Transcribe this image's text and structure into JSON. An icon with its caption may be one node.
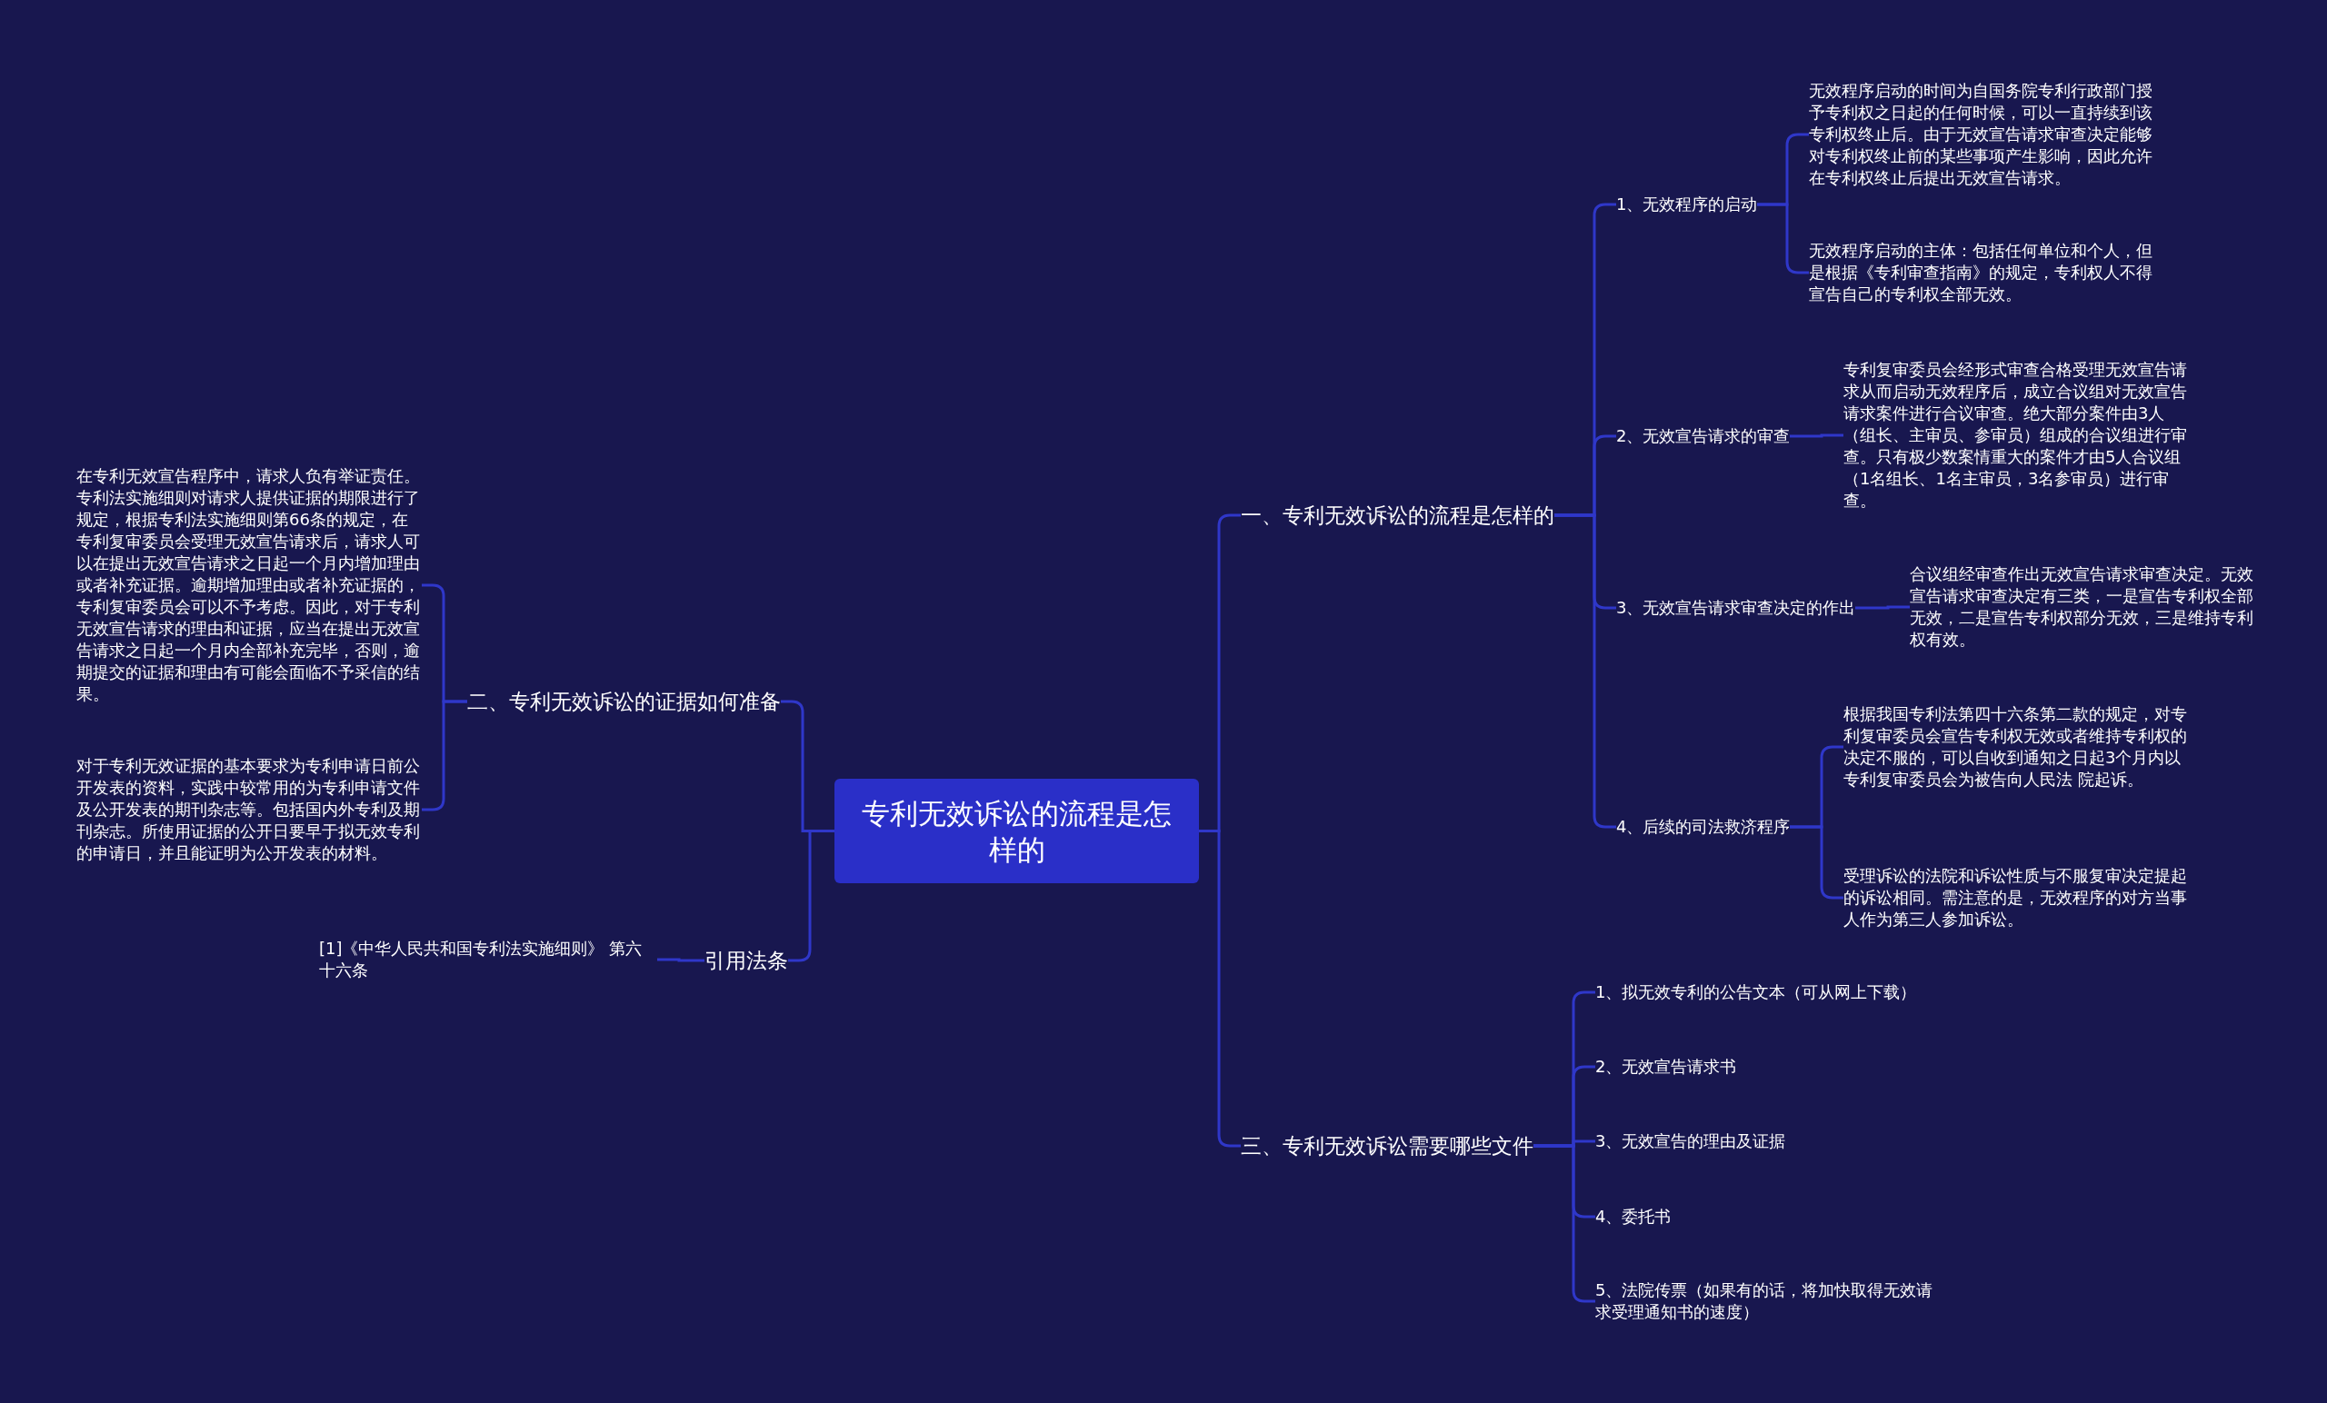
{
  "diagram": {
    "nodes": [
      {
        "text": [
          "专利无效诉讼的流程是怎样的"
        ]
      },
      {
        "text": [
          "一、专利无效诉讼的流程是怎样的"
        ]
      },
      {
        "text": [
          "1、无效程序的启动"
        ]
      },
      {
        "text": [
          "无效程序启动的时间为自国务院专利行政部门授予专利权之日起的任何时候，可以一直持续到该专利权终止后。由于无效宣告请求审查决定能够对专利权终止前的某些事项产生影响，因此允许在专利权终止后提出无效宣告请求。"
        ]
      },
      {
        "text": [
          "无效程序启动的主体：包括任何单位和个人，但是根据《专利审查指南》的规定，专利权人不得宣告自己的专利权全部无效。"
        ]
      },
      {
        "text": [
          "2、无效宣告请求的审查"
        ]
      },
      {
        "text": [
          "专利复审委员会经形式审查合格受理无效宣告请求从而启动无效程序后，成立合议组对无效宣告请求案件进行合议审查。绝大部分案件由3人（组长、主审员、参审员）组成的合议组进行审查。只有极少数案情重大的案件才由5人合议组（1名组长、1名主审员，3名参审员）进行审查。"
        ]
      },
      {
        "text": [
          "3、无效宣告请求审查决定的作出"
        ]
      },
      {
        "text": [
          "合议组经审查作出无效宣告请求审查决定。无效宣告请求审查决定有三类，一是宣告专利权全部无效，二是宣告专利权部分无效，三是维持专利权有效。"
        ]
      },
      {
        "text": [
          "4、后续的司法救济程序"
        ]
      },
      {
        "text": [
          "根据我国专利法第四十六条第二款的规定，对专利复审委员会宣告专利权无效或者维持专利权的决定不服的，可以自收到通知之日起3个月内以专利复审委员会为被告向人民法 院起诉。"
        ]
      },
      {
        "text": [
          "受理诉讼的法院和诉讼性质与不服复审决定提起的诉讼相同。需注意的是，无效程序的对方当事人作为第三人参加诉讼。"
        ]
      },
      {
        "text": [
          "三、专利无效诉讼需要哪些文件"
        ]
      },
      {
        "text": [
          "1、拟无效专利的公告文本（可从网上下载）"
        ]
      },
      {
        "text": [
          "2、无效宣告请求书"
        ]
      },
      {
        "text": [
          "3、无效宣告的理由及证据"
        ]
      },
      {
        "text": [
          "4、委托书"
        ]
      },
      {
        "text": [
          "5、法院传票（如果有的话，将加快取得无效请求受理通知书的速度）"
        ]
      },
      {
        "text": [
          "二、专利无效诉讼的证据如何准备"
        ]
      },
      {
        "text": [
          "在专利无效宣告程序中，请求人负有举证责任。专利法实施细则对请求人提供证据的期限进行了规定，根据专利法实施细则第66条的规定，在专利复审委员会受理无效宣告请求后，请求人可以在提出无效宣告请求之日起一个月内增加理由或者补充证据。逾期增加理由或者补充证据的，专利复审委员会可以不予考虑。因此，对于专利无效宣告请求的理由和证据，应当在提出无效宣告请求之日起一个月内全部补充完毕，否则，逾期提交的证据和理由有可能会面临不予采信的结果。"
        ]
      },
      {
        "text": [
          "对于专利无效证据的基本要求为专利申请日前公开发表的资料，实践中较常用的为专利申请文件及公开发表的期刊杂志等。包括国内外专利及期刊杂志。所使用证据的公开日要早于拟无效专利的申请日，并且能证明为公开发表的材料。"
        ]
      },
      {
        "text": [
          "引用法条"
        ]
      },
      {
        "text": [
          "[1]《中华人民共和国专利法实施细则》 第六十六条"
        ]
      }
    ],
    "edges": [
      {
        "from": 0,
        "to": 1,
        "arrow": "none"
      },
      {
        "from": 1,
        "to": 2,
        "arrow": "none"
      },
      {
        "from": 2,
        "to": 3,
        "arrow": "none"
      },
      {
        "from": 2,
        "to": 4,
        "arrow": "none"
      },
      {
        "from": 1,
        "to": 5,
        "arrow": "none"
      },
      {
        "from": 5,
        "to": 6,
        "arrow": "none"
      },
      {
        "from": 1,
        "to": 7,
        "arrow": "none"
      },
      {
        "from": 7,
        "to": 8,
        "arrow": "none"
      },
      {
        "from": 1,
        "to": 9,
        "arrow": "none"
      },
      {
        "from": 9,
        "to": 10,
        "arrow": "none"
      },
      {
        "from": 9,
        "to": 11,
        "arrow": "none"
      },
      {
        "from": 0,
        "to": 12,
        "arrow": "none"
      },
      {
        "from": 12,
        "to": 13,
        "arrow": "none"
      },
      {
        "from": 12,
        "to": 14,
        "arrow": "none"
      },
      {
        "from": 12,
        "to": 15,
        "arrow": "none"
      },
      {
        "from": 12,
        "to": 16,
        "arrow": "none"
      },
      {
        "from": 12,
        "to": 17,
        "arrow": "none"
      },
      {
        "from": 0,
        "to": 18,
        "arrow": "none"
      },
      {
        "from": 18,
        "to": 19,
        "arrow": "none"
      },
      {
        "from": 18,
        "to": 20,
        "arrow": "none"
      },
      {
        "from": 0,
        "to": 21,
        "arrow": "none"
      },
      {
        "from": 21,
        "to": 22,
        "arrow": "none"
      }
    ]
  }
}
